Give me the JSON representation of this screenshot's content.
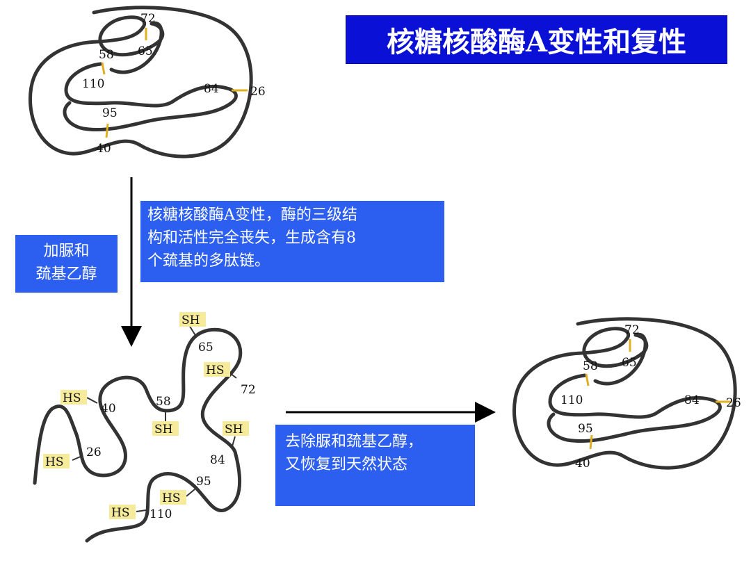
{
  "title": "核糖核酸酶A变性和复性",
  "left_box": {
    "line1": "加脲和",
    "line2": "巯基乙醇"
  },
  "middle_box": {
    "line1": "核糖核酸酶A变性，酶的三级结",
    "line2": "构和活性完全丧失，生成含有8",
    "line3": "个巯基的多肽链。"
  },
  "right_box": {
    "line1": "去除脲和巯基乙醇，",
    "line2": "又恢复到天然状态"
  },
  "native_top": {
    "labels": [
      "72",
      "65",
      "58",
      "110",
      "84",
      "26",
      "95",
      "40"
    ]
  },
  "denatured": {
    "residues": [
      "65",
      "72",
      "40",
      "58",
      "26",
      "84",
      "95",
      "110"
    ],
    "sh_tags": [
      "SH",
      "HS",
      "HS",
      "SH",
      "SH",
      "HS",
      "HS",
      "HS"
    ]
  },
  "native_right": {
    "labels": [
      "72",
      "65",
      "58",
      "110",
      "84",
      "26",
      "95",
      "40"
    ]
  },
  "colors": {
    "title_bg": "#0a10d6",
    "box_bg": "#2c5ff0",
    "bond": "#e0b020",
    "tag_bg": "#f6eb9a"
  }
}
